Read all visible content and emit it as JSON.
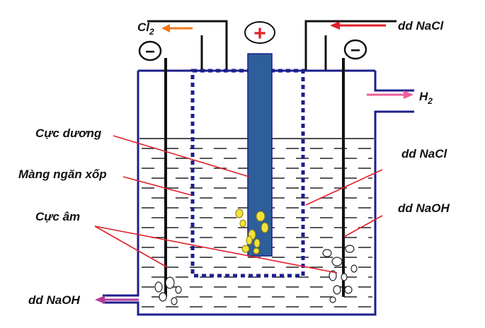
{
  "labels": {
    "cl2": "Cl",
    "cl2_sub": "2",
    "h2": "H",
    "h2_sub": "2",
    "nacl_in": "dd NaCl",
    "nacl_right": "dd NaCl",
    "naoh_right": "dd NaOH",
    "naoh_out": "dd NaOH",
    "anode": "Cực dương",
    "membrane": "Màng ngăn xốp",
    "cathode": "Cực âm"
  },
  "signs": {
    "plus": "+",
    "minus": "−"
  },
  "colors": {
    "vessel": "#1c1f8c",
    "anode": "#2e5f9a",
    "membrane": "#1c1f8c",
    "leader": "#e0202a",
    "arrow_cl2": "#f07a1e",
    "arrow_nacl": "#e0202a",
    "arrow_h2": "#e8609a",
    "arrow_naoh": "#b03a9a",
    "bubble_cl2": "#f4e23a",
    "plus_sign": "#e0202a"
  }
}
